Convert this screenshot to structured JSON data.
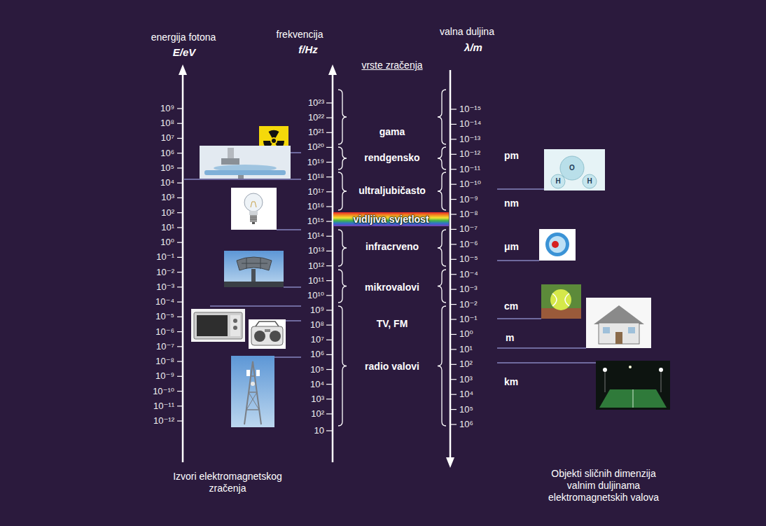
{
  "diagram": {
    "nodes": [
      {
        "text": [
          "vidljiva svjetlost"
        ]
      }
    ],
    "labels": [
      "energija fotona",
      "E/eV",
      "frekvencija",
      "f/Hz",
      "valna duljina",
      "λ/m",
      "vrste zračenja",
      "10⁹",
      "10⁸",
      "10⁷",
      "10⁶",
      "10⁵",
      "10⁴",
      "10³",
      "10²",
      "10¹",
      "10⁰",
      "10⁻¹",
      "10⁻²",
      "10⁻³",
      "10⁻⁴",
      "10⁻⁵",
      "10⁻⁶",
      "10⁻⁷",
      "10⁻⁸",
      "10⁻⁹",
      "10⁻¹⁰",
      "10⁻¹¹",
      "10⁻¹²",
      "10²³",
      "10²²",
      "10²¹",
      "10²⁰",
      "10¹⁹",
      "10¹⁸",
      "10¹⁷",
      "10¹⁶",
      "10¹⁵",
      "10¹⁴",
      "10¹³",
      "10¹²",
      "10¹¹",
      "10¹⁰",
      "10⁹",
      "10⁸",
      "10⁷",
      "10⁶",
      "10⁵",
      "10⁴",
      "10³",
      "10²",
      "10",
      "10⁻¹⁵",
      "10⁻¹⁴",
      "10⁻¹³",
      "10⁻¹²",
      "10⁻¹¹",
      "10⁻¹⁰",
      "10⁻⁹",
      "10⁻⁸",
      "10⁻⁷",
      "10⁻⁶",
      "10⁻⁵",
      "10⁻⁴",
      "10⁻³",
      "10⁻²",
      "10⁻¹",
      "10⁰",
      "10¹",
      "10²",
      "10³",
      "10⁴",
      "10⁵",
      "10⁶",
      "gama",
      "rendgensko",
      "ultraljubičasto",
      "infracrveno",
      "mikrovalovi",
      "TV, FM",
      "radio valovi",
      "pm",
      "nm",
      "μm",
      "cm",
      "m",
      "km",
      "O",
      "H",
      "H",
      "Izvori elektromagnetskog zračenja",
      "Objekti sličnih dimenzija valnim duljinama elektromagnetskih valova"
    ]
  }
}
